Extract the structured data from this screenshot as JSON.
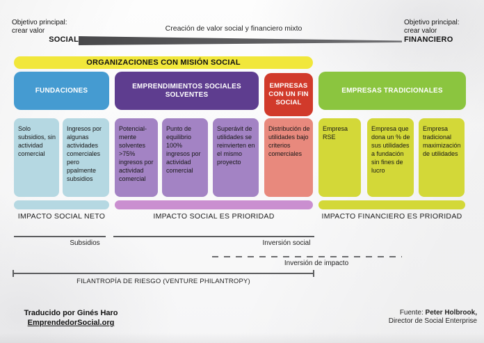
{
  "header": {
    "left": {
      "line1": "Objetivo principal:",
      "line2": "crear valor",
      "pole": "SOCIAL"
    },
    "center_caption": "Creación de valor social y financiero mixto",
    "right": {
      "line1": "Objetivo principal:",
      "line2": "crear valor",
      "pole": "FINANCIERO"
    }
  },
  "mission_banner": "ORGANIZACIONES CON MISIÓN SOCIAL",
  "columns": [
    {
      "title": "FUNDACIONES",
      "cells": [
        "Solo subsidios, sin actividad comercial",
        "Ingresos por algunas actividades comerciales pero ppalmente subsidios"
      ]
    },
    {
      "title": "EMPRENDIMIENTOS SOCIALES SOLVENTES",
      "cells": [
        "Potencial- mente solventes >75% ingresos por actividad comercial",
        "Punto de equilibrio 100% ingresos por actividad comercial",
        "Superávit de utilidades se reinvierten en el mismo proyecto"
      ]
    },
    {
      "title": "EMPRESAS CON UN FIN SOCIAL",
      "cells": [
        "Distribución de utilidades bajo criterios comerciales"
      ]
    },
    {
      "title": "EMPRESAS TRADICIONALES",
      "cells": [
        "Empresa RSE",
        "Empresa que dona un % de sus utilidades a fundación sin fines de lucro",
        "Empresa tradicional maximización de utilidades"
      ]
    }
  ],
  "impact_labels": {
    "left": "IMPACTO SOCIAL NETO",
    "middle": "IMPACTO SOCIAL ES PRIORIDAD",
    "right": "IMPACTO FINANCIERO ES PRIORIDAD"
  },
  "funding_ranges": {
    "subsidios": "Subsidios",
    "inversion_social": "Inversión social",
    "inversion_impacto": "Inversión de impacto",
    "filantropia": "FILANTROPÍA DE RIESGO (VENTURE PHILANTROPY)"
  },
  "footer": {
    "credit_line1": "Traducido por Ginés Haro",
    "credit_link": "EmprendedorSocial.org",
    "source_prefix": "Fuente: ",
    "source_name": "Peter Holbrook,",
    "source_role": "Director de Social Enterprise"
  },
  "palette": {
    "banner_yellow": "#f1e73b",
    "fundaciones_header": "#459bd1",
    "fundaciones_cell": "#b5d8e2",
    "emprendimientos_header": "#5e3d8f",
    "emprendimientos_cell": "#a383c4",
    "fin_social_header": "#d13a2b",
    "fin_social_cell": "#e8897d",
    "tradicionales_header": "#8bc53f",
    "tradicionales_cell": "#d3d838",
    "impact_band_pink": "#ca8fd0",
    "spectrum_bar_gray": "#58595b"
  }
}
